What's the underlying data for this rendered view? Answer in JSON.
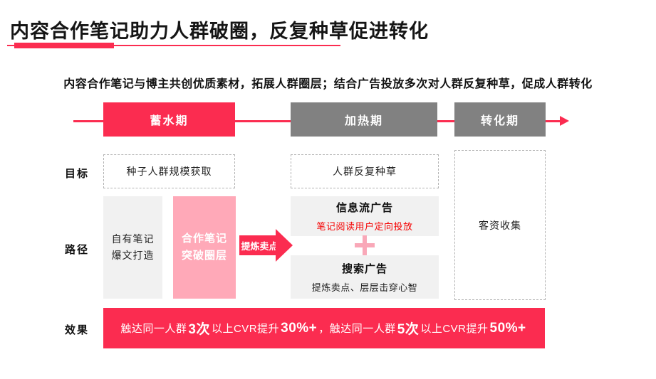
{
  "slide": {
    "title": "内容合作笔记助力人群破圈，反复种草促进转化",
    "subtitle": "内容合作笔记与博主共创优质素材，拓展人群圈层；结合广告投放多次对人群反复种草，促成人群转化"
  },
  "phases": [
    {
      "label": "蓄水期",
      "color": "#fb2c50"
    },
    {
      "label": "加热期",
      "color": "#818181"
    },
    {
      "label": "转化期",
      "color": "#818181"
    }
  ],
  "row_labels": {
    "goal": "目标",
    "path": "路径",
    "result": "效果"
  },
  "goal": {
    "seed_box": "种子人群规模获取",
    "repeat_box": "人群反复种草"
  },
  "path": {
    "own_notes_line1": "自有笔记",
    "own_notes_line2": "爆文打造",
    "coop_notes_line1": "合作笔记",
    "coop_notes_line2": "突破圈层",
    "arrow_label": "提炼卖点",
    "feed_ads_title": "信息流广告",
    "feed_ads_subtitle": "笔记阅读用户定向投放",
    "search_ads_title": "搜索广告",
    "search_ads_subtitle": "提炼卖点、层层击穿心智",
    "lead_collect_box": "客资收集"
  },
  "result": {
    "segments": [
      {
        "text": "触达同一人群 "
      },
      {
        "text": "3次"
      },
      {
        "text": " 以上CVR提升 "
      },
      {
        "text": "30%+"
      },
      {
        "text": "，触达同一人群 "
      },
      {
        "text": "5次"
      },
      {
        "text": " 以上CVR提升 "
      },
      {
        "text": "50%+"
      }
    ]
  },
  "colors": {
    "brand_red": "#fb2c50",
    "phase_gray": "#818181",
    "box_light_gray": "#f1f1f1",
    "pink": "#ffa9b8",
    "plus_pink": "#f9a8b8",
    "highlight_red_text": "#f50000"
  }
}
